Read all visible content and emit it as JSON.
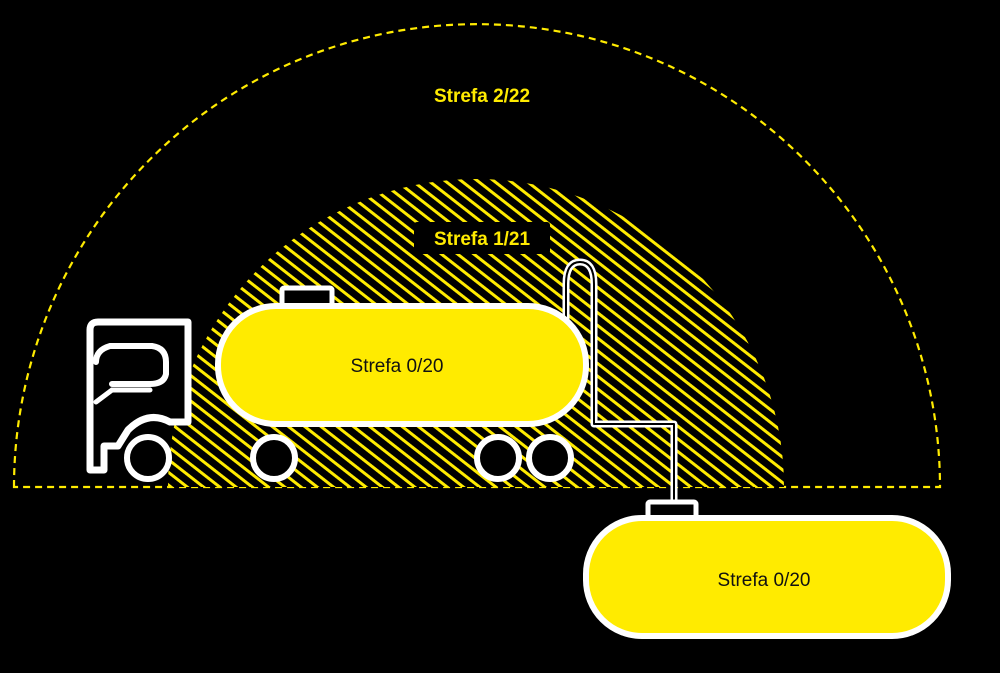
{
  "labels": {
    "zone_2_22": "Strefa 2/22",
    "zone_1_21": "Strefa 1/21",
    "zone_0_20_tanker": "Strefa 0/20",
    "zone_0_20_storage": "Strefa 0/20"
  },
  "colors": {
    "background": "#000000",
    "zone_yellow": "#ffeb00",
    "outline": "#ffffff",
    "label_text": "#111111"
  },
  "icons": {
    "truck": "truck-cab-icon",
    "tanker": "tanker-tank-icon",
    "storage": "storage-tank-icon"
  }
}
